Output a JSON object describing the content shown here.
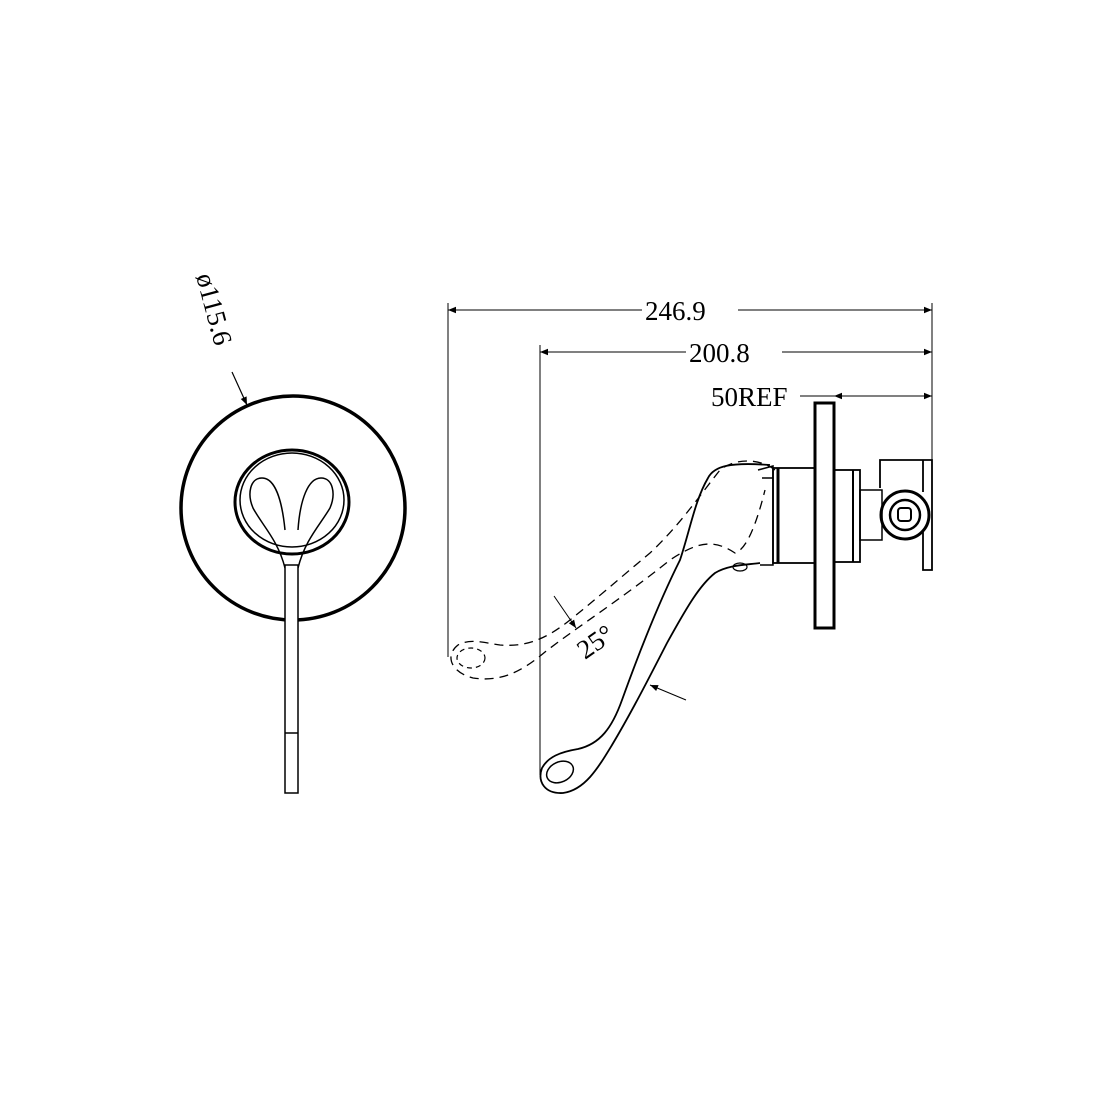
{
  "drawing": {
    "diameter_label": "ø115.6",
    "dimension_overall": "246.9",
    "dimension_lever": "200.8",
    "dimension_ref": "50REF",
    "angle_label": "25°",
    "line_color": "#000000",
    "background": "#ffffff"
  }
}
